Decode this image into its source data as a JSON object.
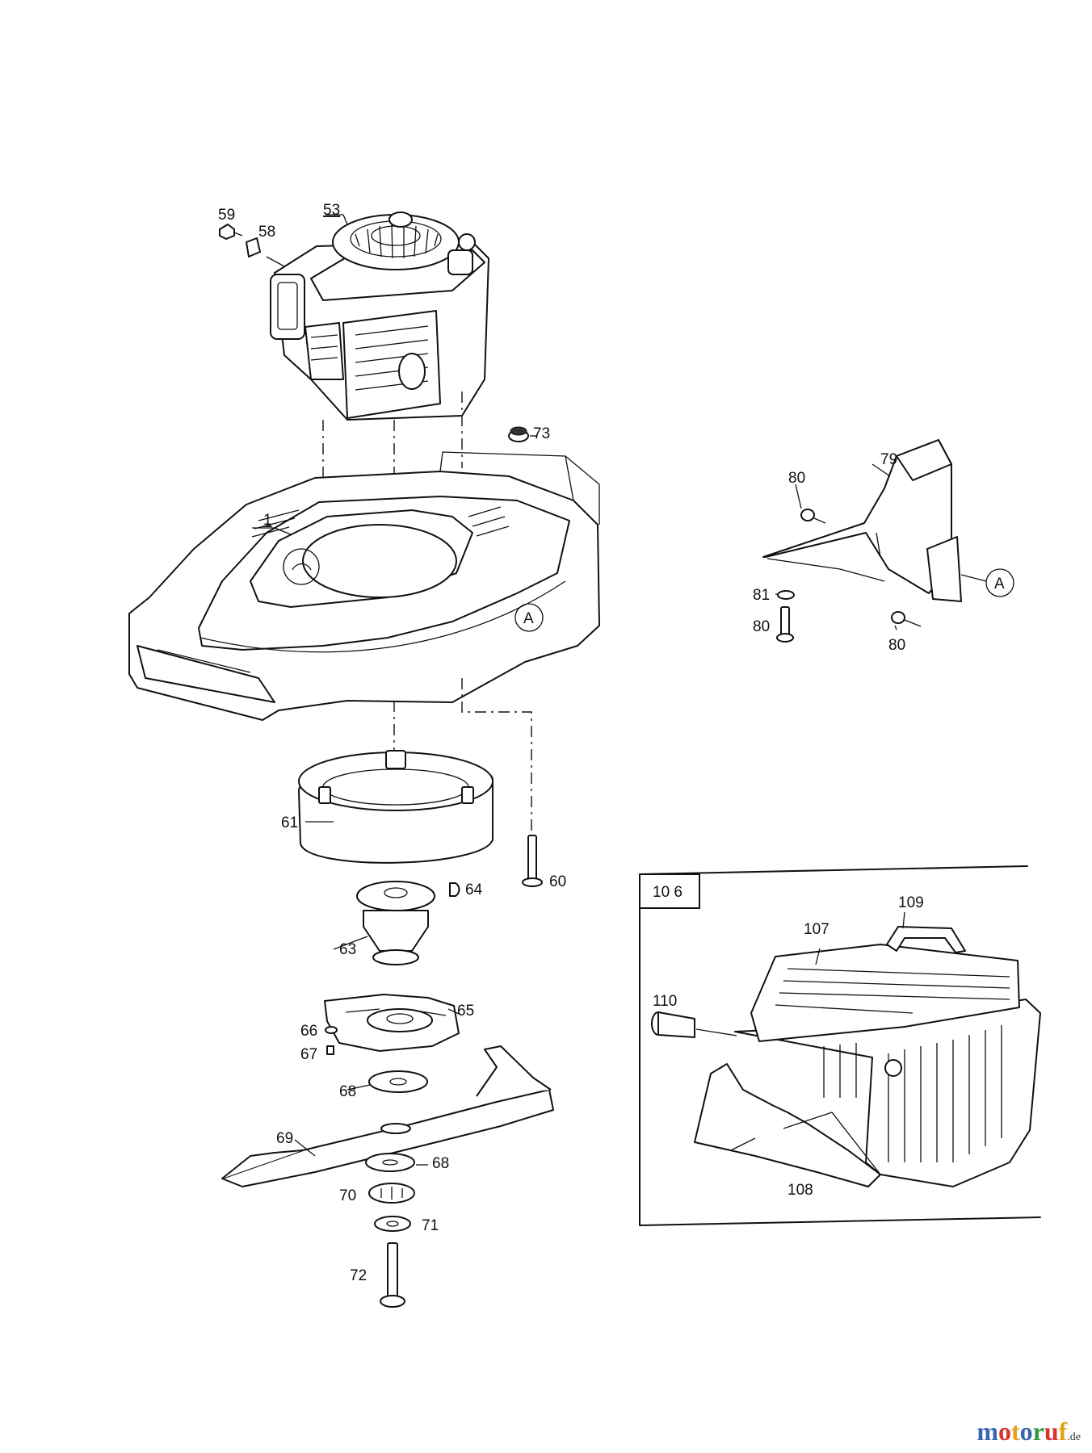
{
  "labels": {
    "p1": "1",
    "p53": "53",
    "p58": "58",
    "p59": "59",
    "p60": "60",
    "p61": "61",
    "p63": "63",
    "p64": "64",
    "p65": "65",
    "p66": "66",
    "p67": "67",
    "p68a": "68",
    "p68b": "68",
    "p69": "69",
    "p70": "70",
    "p71": "71",
    "p72": "72",
    "p73": "73",
    "p79": "79",
    "p80a": "80",
    "p80b": "80",
    "p80c": "80",
    "p81": "81",
    "p106": "10 6",
    "p107": "107",
    "p108": "108",
    "p109": "109",
    "p110": "110",
    "refA1": "A",
    "refA2": "A"
  },
  "watermark": {
    "letters": [
      "m",
      "o",
      "t",
      "o",
      "r",
      "u",
      "f"
    ],
    "colors": [
      "#3a66b0",
      "#d6332b",
      "#e0a21a",
      "#3a66b0",
      "#2f9a3f",
      "#d6332b",
      "#e0a21a"
    ],
    "tld": ".de"
  }
}
